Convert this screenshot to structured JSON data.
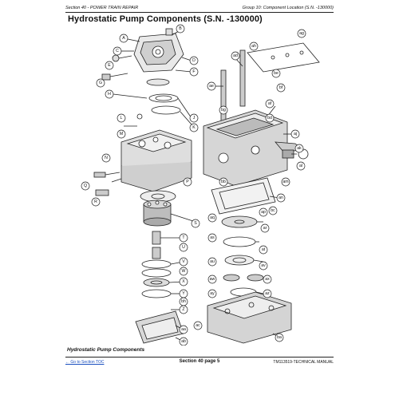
{
  "header": {
    "left": "Section 40 - POWER TRAIN REPAIR",
    "right": "Group 10: Component Location (S.N. -130000)"
  },
  "title": "Hydrostatic Pump Components (S.N. -130000)",
  "figure_caption": "Hydrostatic Pump Components",
  "callouts": [
    "A",
    "B",
    "C",
    "D",
    "E",
    "F",
    "G",
    "H",
    "J",
    "K",
    "L",
    "M",
    "N",
    "P",
    "Q",
    "R",
    "S",
    "T",
    "U",
    "V",
    "W",
    "X",
    "Y",
    "Z",
    "aa",
    "ab",
    "ac",
    "ad",
    "ae",
    "af",
    "ag",
    "ah",
    "aj",
    "ak",
    "al",
    "am",
    "an",
    "ap",
    "aq",
    "ar",
    "as",
    "at",
    "au",
    "av",
    "aw",
    "ax",
    "ay",
    "az",
    "ba",
    "bb",
    "bc",
    "bd",
    "be",
    "bf",
    "bg",
    "bh"
  ],
  "footer": {
    "link": "← Go to Section TOC",
    "page": "Section 40 page 5",
    "ref": "TM113519-TECHNICAL MANUAL"
  }
}
